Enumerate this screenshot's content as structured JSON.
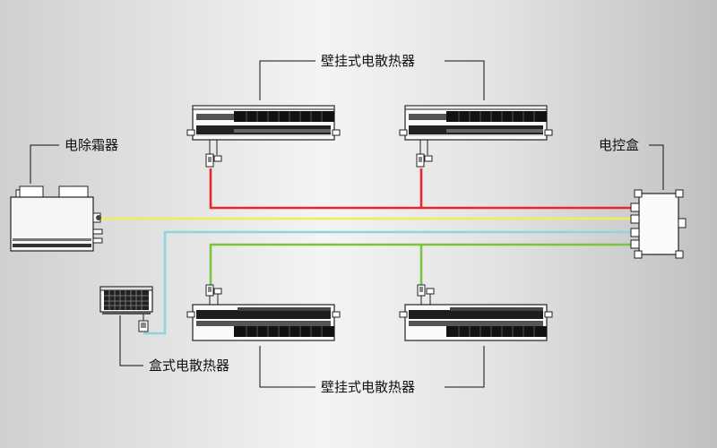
{
  "labels": {
    "wall_heater_top": "壁挂式电散热器",
    "wall_heater_bottom": "壁挂式电散热器",
    "defroster": "电除霜器",
    "control_box": "电控盒",
    "box_heater": "盒式电散热器"
  },
  "wire_colors": {
    "red": "#e8262b",
    "yellow": "#eeee55",
    "cyan": "#8fd3df",
    "green": "#7cc23e"
  }
}
